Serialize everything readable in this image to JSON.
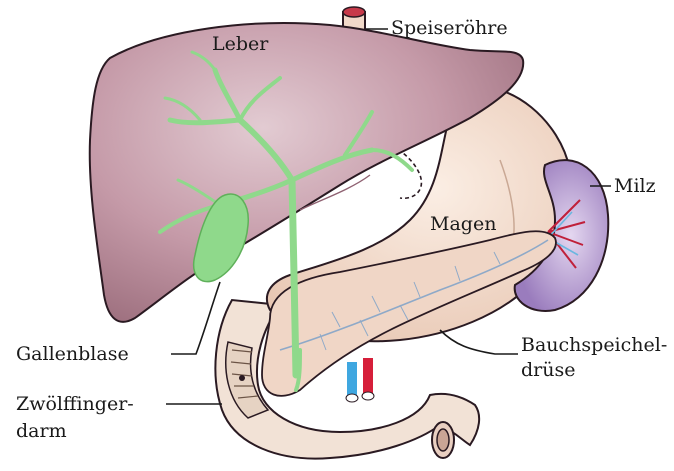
{
  "labels": {
    "leber": "Leber",
    "speiseroehre": "Speiseröhre",
    "milz": "Milz",
    "magen": "Magen",
    "gallenblase": "Gallenblase",
    "bauchspeichel_line1": "Bauchspeichel-",
    "bauchspeichel_line2": "drüse",
    "zwoelffinger_line1": "Zwölffinger-",
    "zwoelffinger_line2": "darm"
  },
  "colors": {
    "liver": "#b58b98",
    "liver_shadow": "#8f6171",
    "bile": "#8fd98b",
    "stomach": "#f3dccc",
    "pancreas": "#f0d6c6",
    "spleen": "#a88cc9",
    "outline": "#2a1a22"
  }
}
